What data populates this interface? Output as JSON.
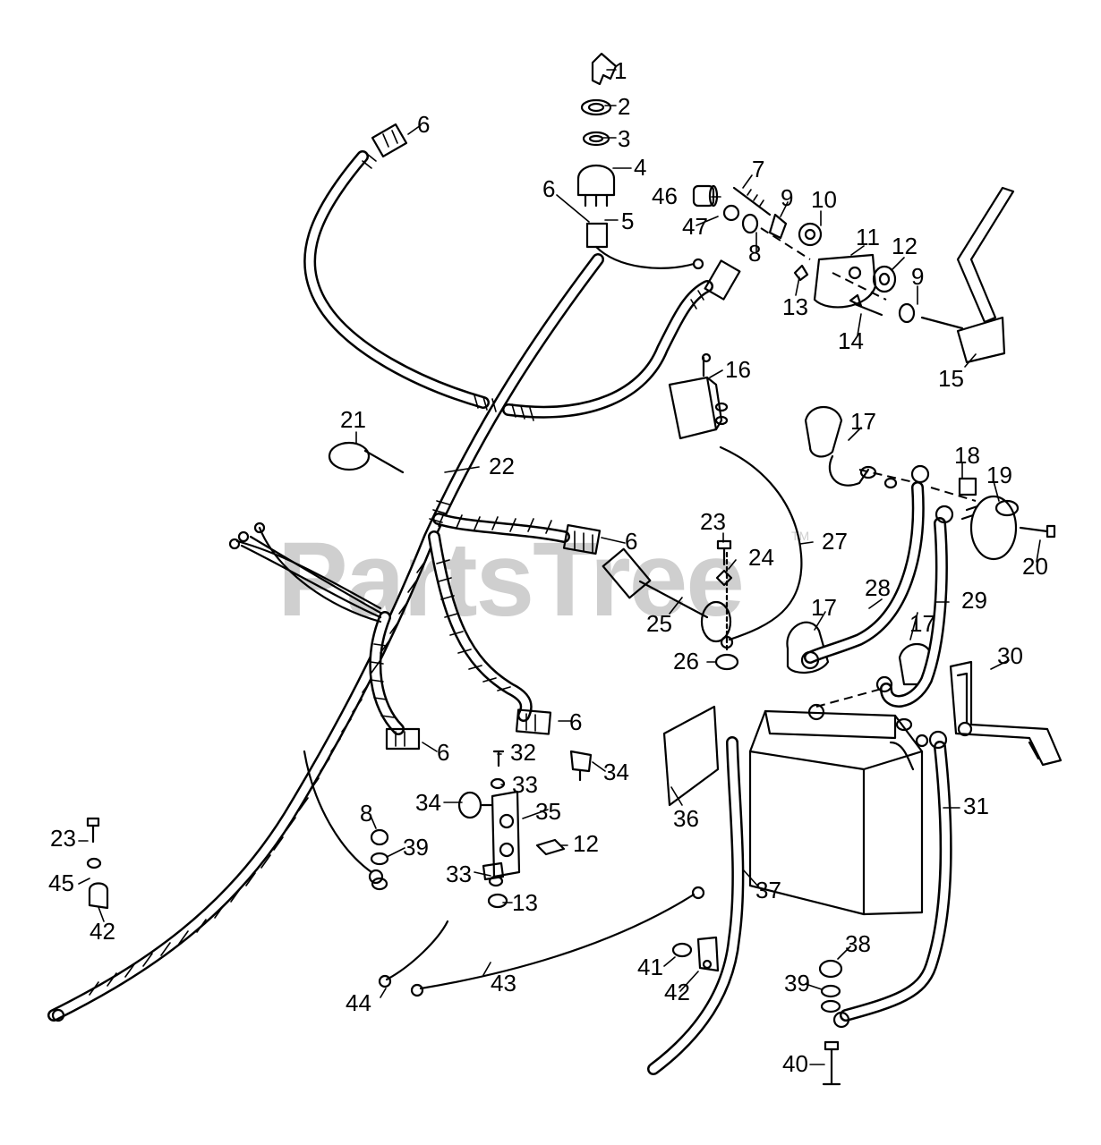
{
  "watermark": {
    "text": "PartsTree",
    "tm": "TM"
  },
  "callouts": [
    {
      "id": "c1",
      "text": "1"
    },
    {
      "id": "c2",
      "text": "2"
    },
    {
      "id": "c3",
      "text": "3"
    },
    {
      "id": "c4",
      "text": "4"
    },
    {
      "id": "c5",
      "text": "5"
    },
    {
      "id": "c6a",
      "text": "6"
    },
    {
      "id": "c6b",
      "text": "6"
    },
    {
      "id": "c6c",
      "text": "6"
    },
    {
      "id": "c6d",
      "text": "6"
    },
    {
      "id": "c6e",
      "text": "6"
    },
    {
      "id": "c7",
      "text": "7"
    },
    {
      "id": "c8a",
      "text": "8"
    },
    {
      "id": "c8b",
      "text": "8"
    },
    {
      "id": "c9a",
      "text": "9"
    },
    {
      "id": "c9b",
      "text": "9"
    },
    {
      "id": "c10",
      "text": "10"
    },
    {
      "id": "c11",
      "text": "11"
    },
    {
      "id": "c12a",
      "text": "12"
    },
    {
      "id": "c12b",
      "text": "12"
    },
    {
      "id": "c13a",
      "text": "13"
    },
    {
      "id": "c13b",
      "text": "13"
    },
    {
      "id": "c14",
      "text": "14"
    },
    {
      "id": "c15",
      "text": "15"
    },
    {
      "id": "c16",
      "text": "16"
    },
    {
      "id": "c17a",
      "text": "17"
    },
    {
      "id": "c17b",
      "text": "17"
    },
    {
      "id": "c17c",
      "text": "17"
    },
    {
      "id": "c18",
      "text": "18"
    },
    {
      "id": "c19",
      "text": "19"
    },
    {
      "id": "c20",
      "text": "20"
    },
    {
      "id": "c21",
      "text": "21"
    },
    {
      "id": "c22",
      "text": "22"
    },
    {
      "id": "c23a",
      "text": "23"
    },
    {
      "id": "c23b",
      "text": "23"
    },
    {
      "id": "c24",
      "text": "24"
    },
    {
      "id": "c25",
      "text": "25"
    },
    {
      "id": "c26",
      "text": "26"
    },
    {
      "id": "c27",
      "text": "27"
    },
    {
      "id": "c28",
      "text": "28"
    },
    {
      "id": "c29",
      "text": "29"
    },
    {
      "id": "c30",
      "text": "30"
    },
    {
      "id": "c31",
      "text": "31"
    },
    {
      "id": "c32",
      "text": "32"
    },
    {
      "id": "c33a",
      "text": "33"
    },
    {
      "id": "c33b",
      "text": "33"
    },
    {
      "id": "c34a",
      "text": "34"
    },
    {
      "id": "c34b",
      "text": "34"
    },
    {
      "id": "c35",
      "text": "35"
    },
    {
      "id": "c36",
      "text": "36"
    },
    {
      "id": "c37",
      "text": "37"
    },
    {
      "id": "c38",
      "text": "38"
    },
    {
      "id": "c39a",
      "text": "39"
    },
    {
      "id": "c39b",
      "text": "39"
    },
    {
      "id": "c40",
      "text": "40"
    },
    {
      "id": "c41",
      "text": "41"
    },
    {
      "id": "c42a",
      "text": "42"
    },
    {
      "id": "c42b",
      "text": "42"
    },
    {
      "id": "c43",
      "text": "43"
    },
    {
      "id": "c44",
      "text": "44"
    },
    {
      "id": "c45",
      "text": "45"
    },
    {
      "id": "c46",
      "text": "46"
    },
    {
      "id": "c47",
      "text": "47"
    }
  ]
}
